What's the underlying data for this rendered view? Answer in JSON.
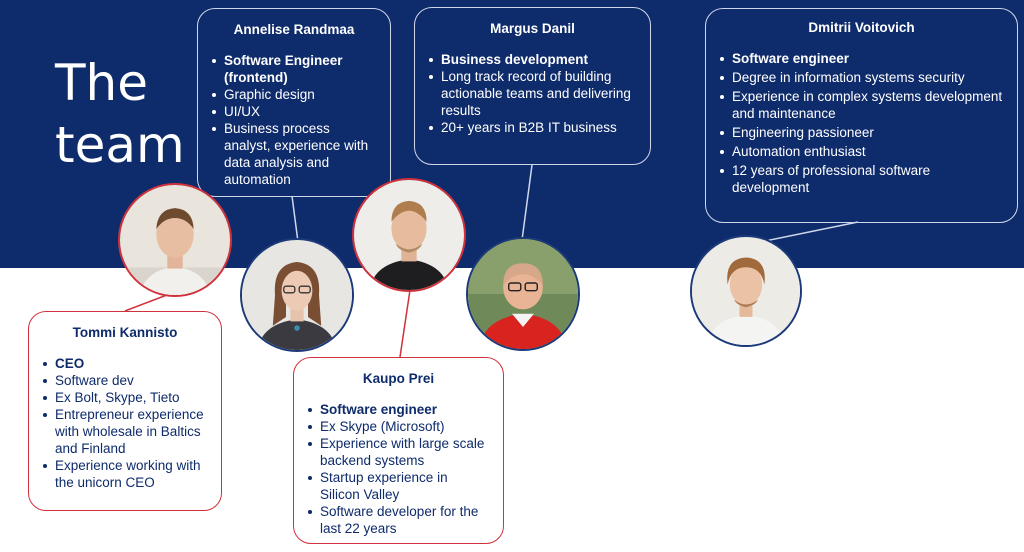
{
  "heading": {
    "line1": "The",
    "line2": "team"
  },
  "people": {
    "annelise": {
      "name": "Annelise Randmaa",
      "bullets": [
        "Software Engineer (frontend)",
        "Graphic design",
        "UI/UX",
        "Business process analyst, experience with data analysis and automation"
      ]
    },
    "margus": {
      "name": "Margus Danil",
      "bullets": [
        "Business development",
        "Long track record of building actionable teams and delivering results",
        "20+ years in B2B IT business"
      ]
    },
    "dmitrii": {
      "name": "Dmitrii Voitovich",
      "bullets": [
        "Software engineer",
        "Degree in information systems security",
        "Experience in complex systems development and maintenance",
        "Engineering passioneer",
        "Automation enthusiast",
        "12 years of professional software development"
      ]
    },
    "tommi": {
      "name": "Tommi Kannisto",
      "bullets": [
        "CEO",
        "Software dev",
        "Ex Bolt, Skype, Tieto",
        "Entrepreneur experience with wholesale in Baltics and Finland",
        "Experience working with the unicorn CEO"
      ]
    },
    "kaupo": {
      "name": "Kaupo Prei",
      "bullets": [
        "Software engineer",
        "Ex Skype (Microsoft)",
        "Experience with large scale backend systems",
        "Startup experience in Silicon Valley",
        "Software developer for the last 22 years"
      ]
    }
  },
  "colors": {
    "navy": "#0e2b6b",
    "accent_red": "#d0313b",
    "white": "#ffffff"
  }
}
